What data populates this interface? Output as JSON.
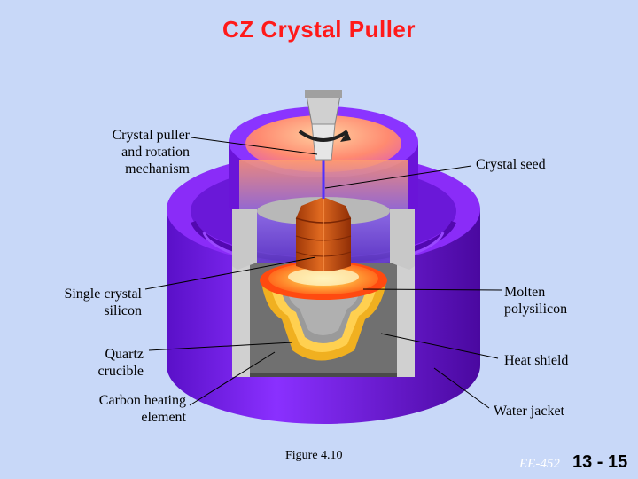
{
  "title": "CZ Crystal Puller",
  "labels": {
    "puller": [
      "Crystal puller",
      "and rotation",
      "mechanism"
    ],
    "seed": "Crystal seed",
    "single_crystal": [
      "Single crystal",
      "silicon"
    ],
    "molten": [
      "Molten",
      "polysilicon"
    ],
    "quartz": [
      "Quartz",
      "crucible"
    ],
    "heat_shield": "Heat shield",
    "carbon": [
      "Carbon heating",
      "element"
    ],
    "water_jacket": "Water jacket"
  },
  "caption": "Figure 4.10",
  "course": "EE-452",
  "page_number": "13 - 15",
  "colors": {
    "background": "#c8d8f8",
    "title": "#ff1a1a",
    "jacket": "#7a18e8",
    "jacket_dark": "#4c0aa8",
    "shield": "#c8c8c8",
    "crystal": "#c85010",
    "melt": "#ff7a1a"
  }
}
